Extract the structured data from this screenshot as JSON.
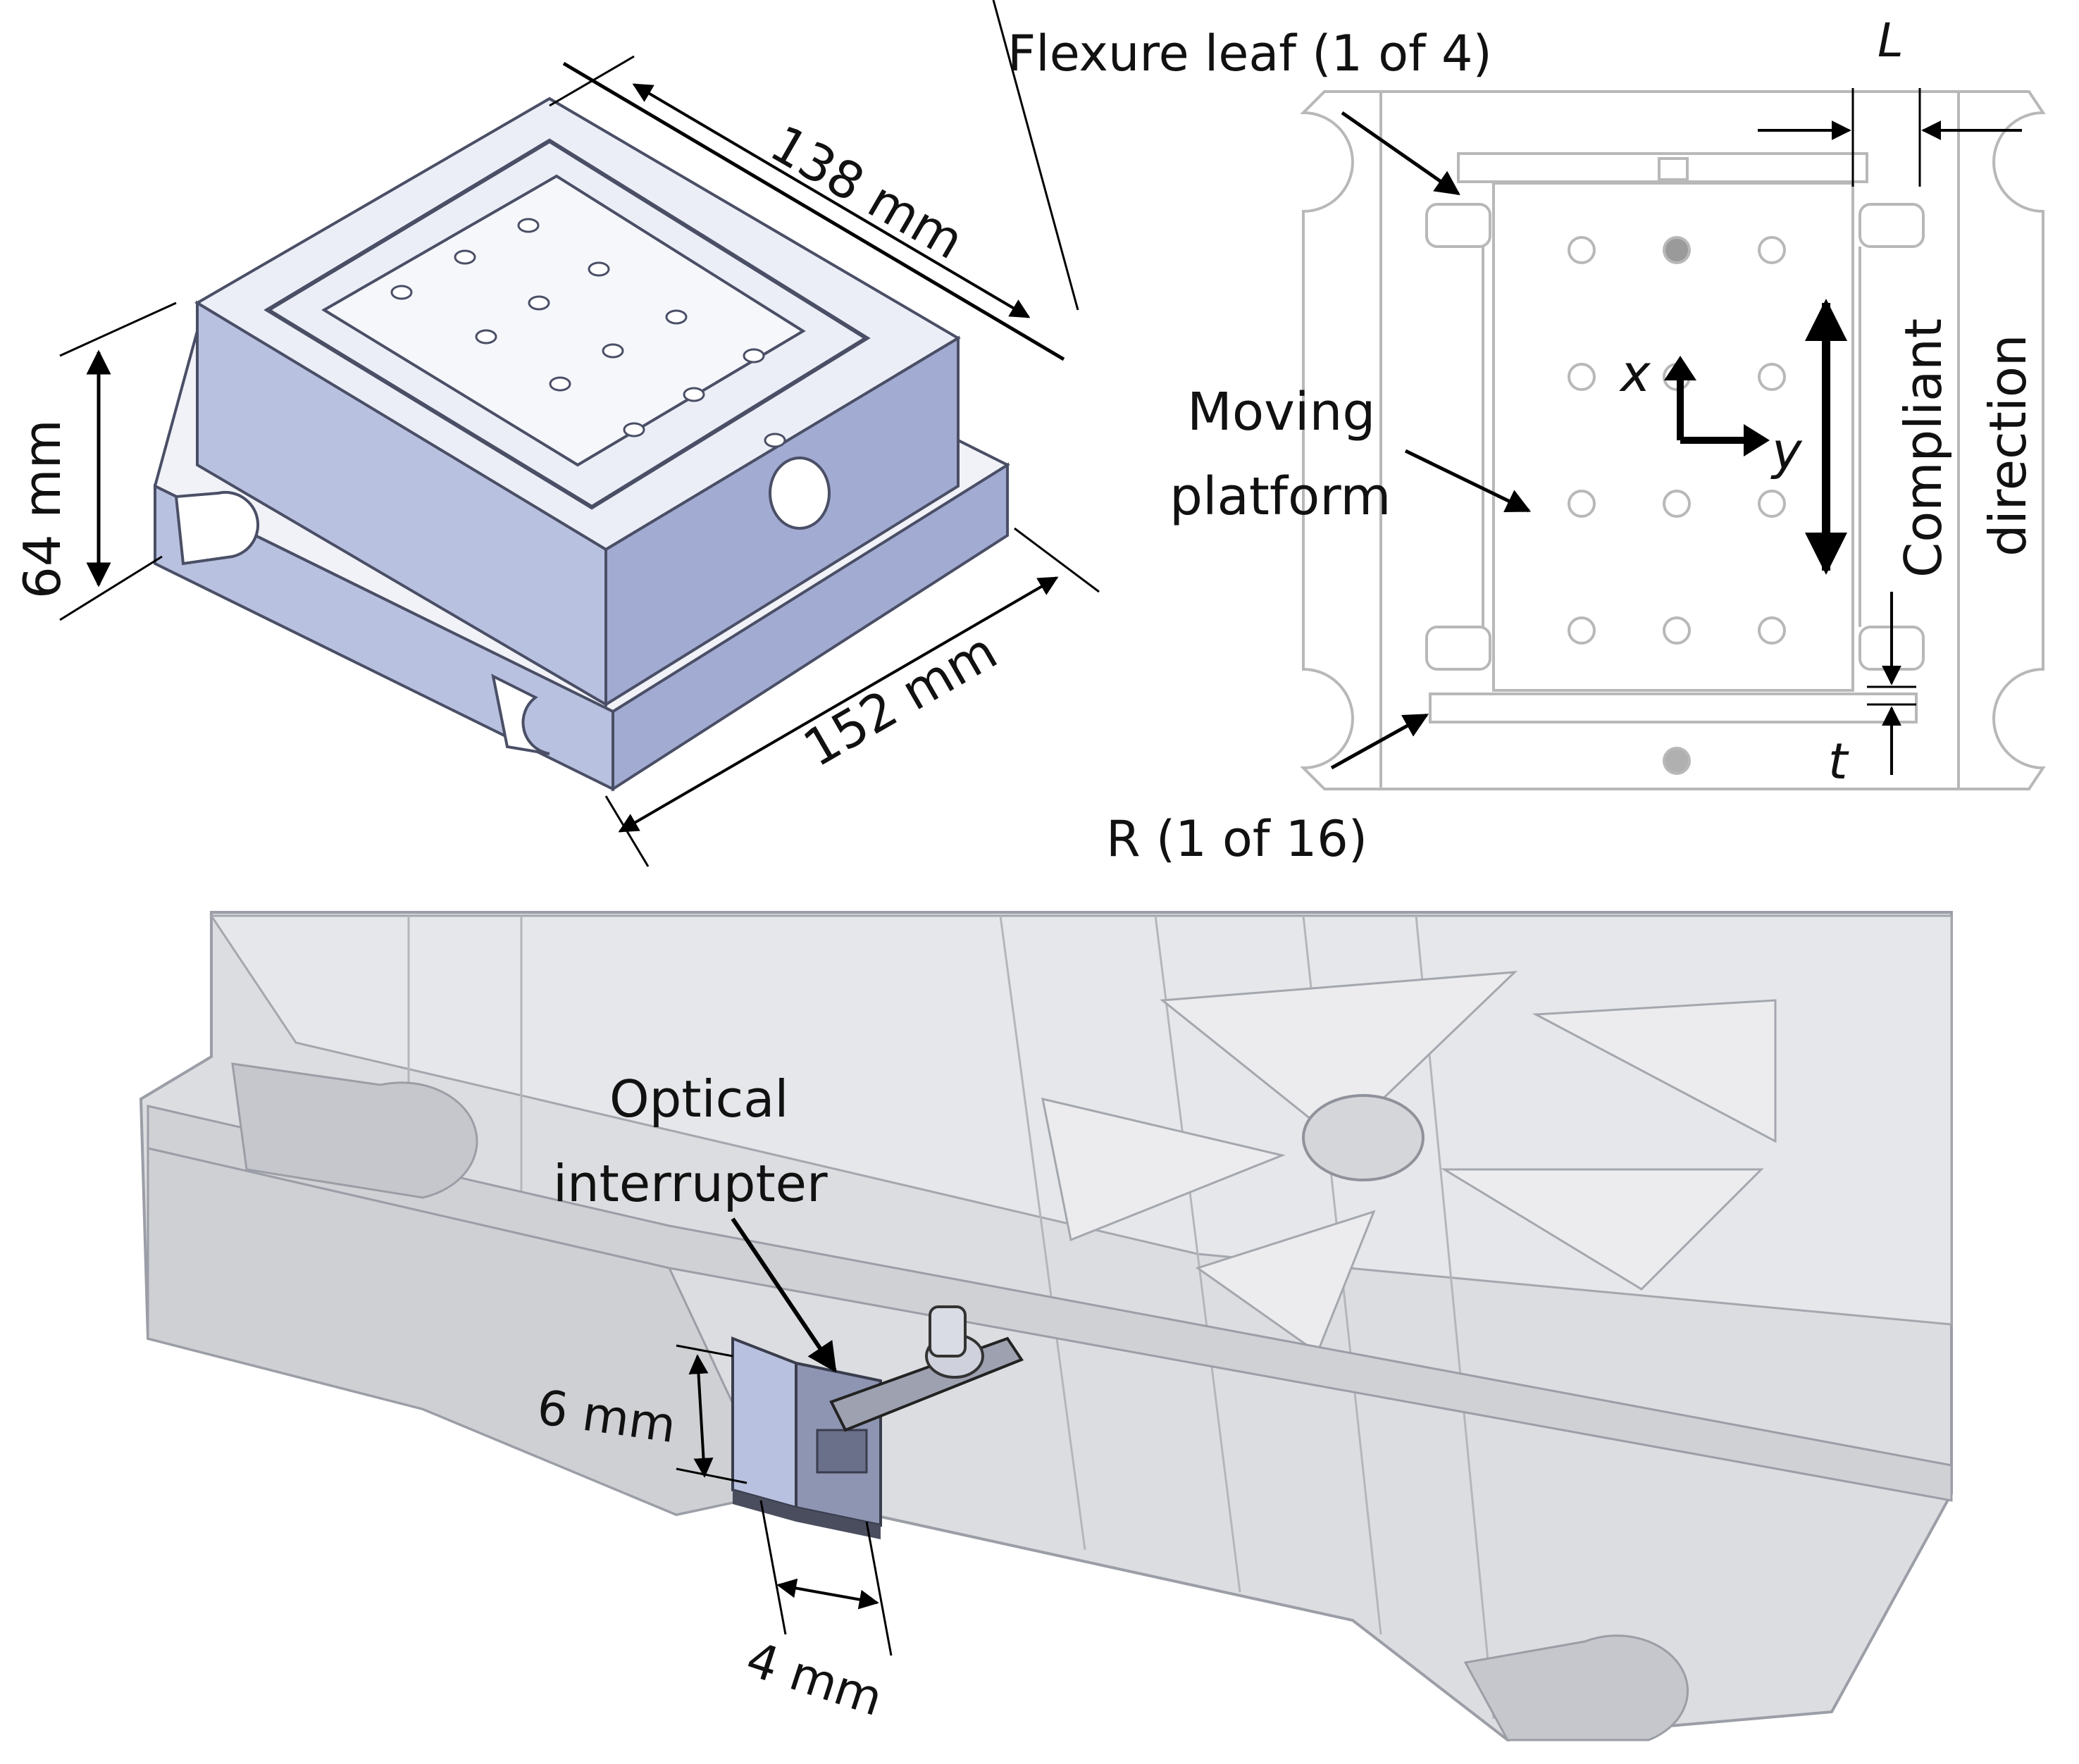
{
  "labels": {
    "dim_top_length": "138 mm",
    "dim_height": "64 mm",
    "dim_bottom_length": "152 mm",
    "flexure_leaf": "Flexure leaf (1 of 4)",
    "dim_L": "L",
    "moving_platform_line1": "Moving",
    "moving_platform_line2": "platform",
    "axis_x": "x",
    "axis_y": "y",
    "compliant_line1": "Compliant",
    "compliant_line2": "direction",
    "dim_t": "t",
    "radius_note": "R (1 of 16)",
    "optical_line1": "Optical",
    "optical_line2": "interrupter",
    "dim_6mm": "6 mm",
    "dim_4mm": "4 mm"
  },
  "colors": {
    "body_top": "#e6e9f5",
    "body_side": "#b9c1e0",
    "body_side_dark": "#a2abd2",
    "outline": "#4a4f66",
    "plan_line": "#b8b8b8",
    "ghost_fill": "#dcdde0",
    "ghost_line": "#9b9ea6",
    "arrow": "#000000"
  }
}
